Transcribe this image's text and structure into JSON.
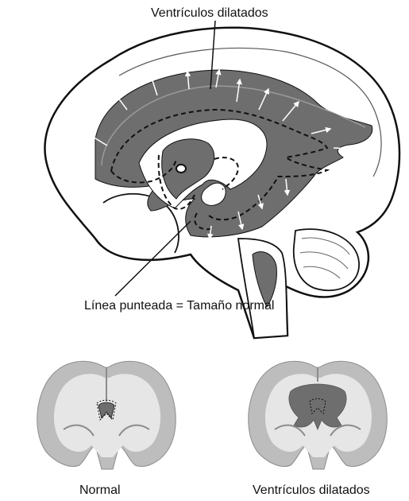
{
  "labels": {
    "top": "Ventrículos dilatados",
    "dashed": "Línea punteada = Tamaño normal",
    "normal_caption": "Normal",
    "dilated_caption": "Ventrículos dilatados"
  },
  "colors": {
    "ventricle": "#6e6e6e",
    "outline": "#111111",
    "brain_light": "#e6e6e6",
    "brain_mid": "#bdbdbd",
    "brain_dark": "#8c8c8c"
  }
}
